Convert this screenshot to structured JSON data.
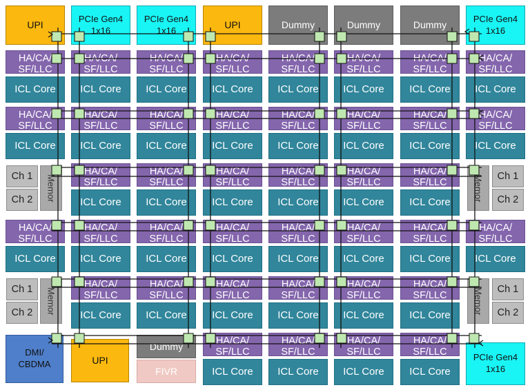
{
  "labels": {
    "upi": "UPI",
    "pcie": "PCIe Gen4\n1x16",
    "dummy": "Dummy",
    "dmi": "DMI/\nCBDMA",
    "fivr": "FIVR",
    "ha": "HA/CA/\nSF/LLC",
    "core": "ICL Core",
    "ch1": "Ch 1",
    "ch2": "Ch 2",
    "memory": "Memor"
  },
  "colors": {
    "upi": "#fbb80f",
    "pcie": "#19f4f4",
    "dummy": "#7c7c7c",
    "dmi": "#4f7fca",
    "fivr": "#f1c9c4",
    "ha_ca_sf_llc": "#8466ad",
    "icl_core": "#31869b",
    "memory_channel": "#bdbdbd",
    "mesh_stop": "#bfe8b0"
  },
  "grid": {
    "columns": 8,
    "rows": 6,
    "top_row": [
      "UPI",
      "PCIe Gen4",
      "PCIe Gen4",
      "UPI",
      "Dummy",
      "Dummy",
      "Dummy",
      "PCIe Gen4"
    ],
    "memory_controller_rows": [
      3,
      5
    ],
    "bottom_left": [
      "DMI/CBDMA",
      "UPI",
      "Dummy",
      "FIVR"
    ],
    "bottom_right": "PCIe Gen4"
  }
}
